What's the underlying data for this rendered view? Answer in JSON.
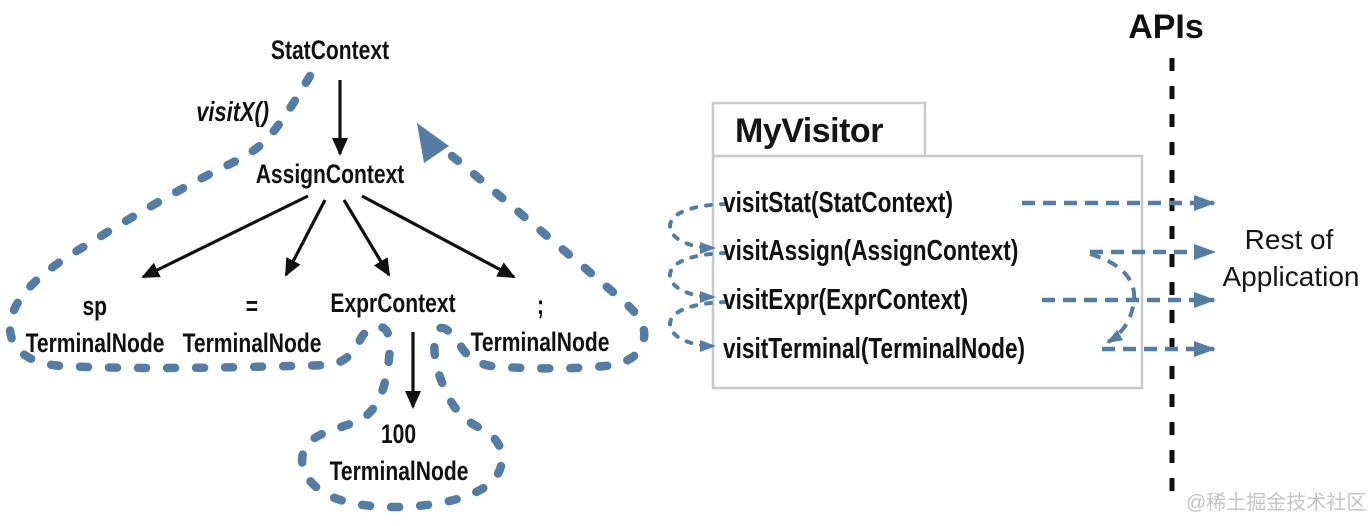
{
  "diagram": {
    "tree": {
      "visitx_label": "visitX()",
      "root": "StatContext",
      "assign": "AssignContext",
      "expr": "ExprContext",
      "leaves": [
        {
          "token": "sp",
          "type": "TerminalNode"
        },
        {
          "token": "=",
          "type": "TerminalNode"
        },
        {
          "token": ";",
          "type": "TerminalNode"
        },
        {
          "token": "100",
          "type": "TerminalNode"
        }
      ]
    },
    "visitor_box": {
      "title": "MyVisitor",
      "methods": [
        "visitStat(StatContext)",
        "visitAssign(AssignContext)",
        "visitExpr(ExprContext)",
        "visitTerminal(TerminalNode)"
      ]
    },
    "api_label": "APIs",
    "rest_label_line1": "Rest of",
    "rest_label_line2": "Application",
    "watermark": "@稀土掘金技术社区",
    "colors": {
      "accent_blue": "#557CA3",
      "box_border": "#c9c9c9",
      "ink_black": "#111111",
      "watermark_gray": "#c4c4c4"
    }
  }
}
